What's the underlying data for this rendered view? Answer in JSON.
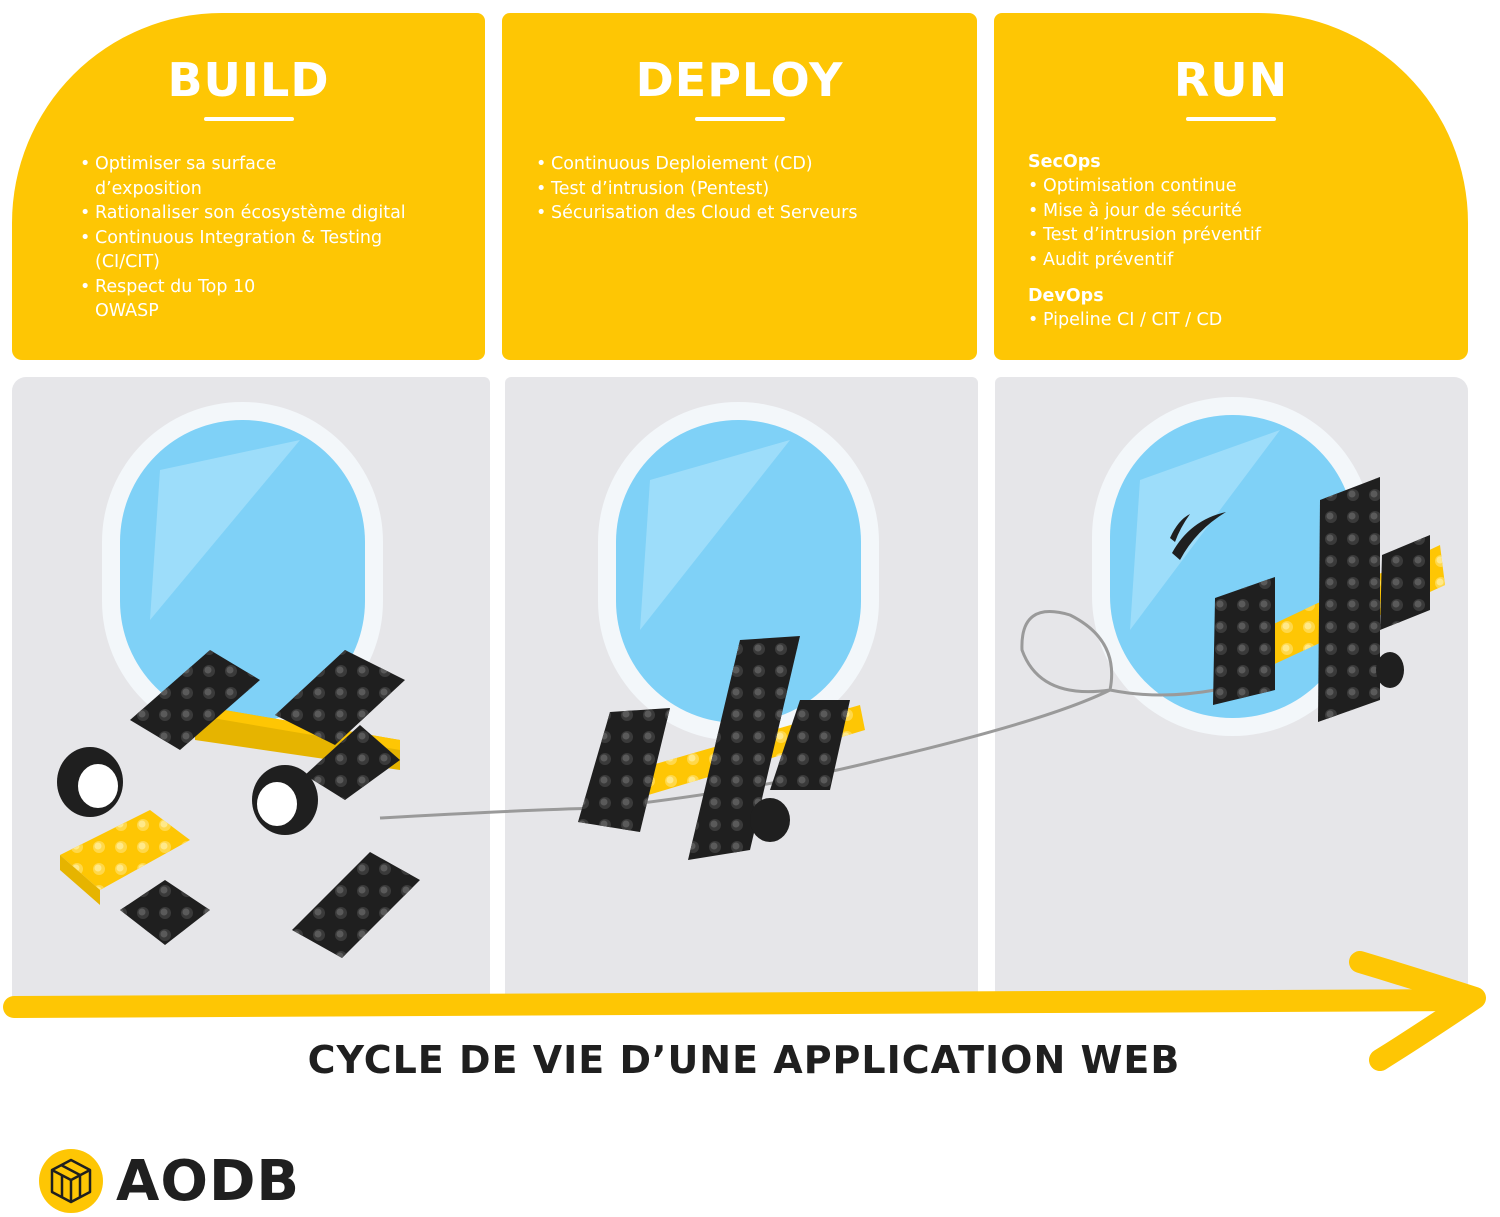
{
  "stages": {
    "build": {
      "title": "BUILD",
      "items": [
        "Optimiser sa surface d’exposition",
        "Rationaliser son écosystème digital",
        "Continuous Integration & Testing (CI/CIT)",
        "Respect du Top 10 OWASP"
      ]
    },
    "deploy": {
      "title": "DEPLOY",
      "items": [
        "Continuous Deploiement (CD)",
        "Test d’intrusion (Pentest)",
        "Sécurisation des Cloud et Serveurs"
      ]
    },
    "run": {
      "title": "RUN",
      "groups": [
        {
          "label": "SecOps",
          "items": [
            "Optimisation continue",
            "Mise à jour de sécurité",
            "Test d’intrusion préventif",
            "Audit préventif"
          ]
        },
        {
          "label": "DevOps",
          "items": [
            "Pipeline CI / CIT / CD"
          ]
        }
      ]
    }
  },
  "timeline_label": "CYCLE DE VIE D’UNE APPLICATION WEB",
  "brand": {
    "name": "AODB",
    "icon": "cube-logo-icon"
  },
  "colors": {
    "yellow": "#fec604",
    "grey_panel": "#e6e6e9",
    "dark": "#1f1f1f",
    "window_blue": "#7fd1f7",
    "window_frame": "#f3f7fa"
  },
  "illustrations": {
    "build": "lego-pieces-scattered-icon",
    "deploy": "lego-plane-assembled-icon",
    "run": "lego-plane-flying-icon"
  }
}
